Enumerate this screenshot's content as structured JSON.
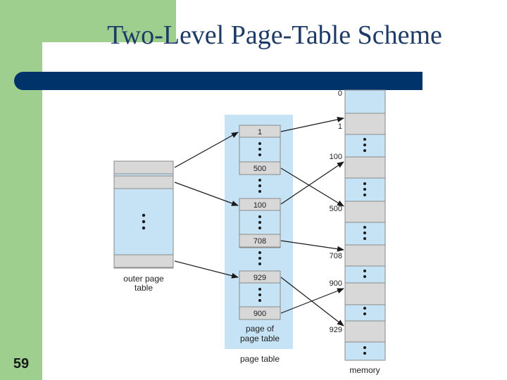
{
  "slide": {
    "title": "Two-Level Page-Table Scheme",
    "number": "59"
  },
  "diagram": {
    "outer_label_line1": "outer page",
    "outer_label_line2": "table",
    "page_of_label_line1": "page of",
    "page_of_label_line2": "page table",
    "page_table_label": "page table",
    "memory_label": "memory",
    "page_table_entries": [
      "1",
      "500",
      "100",
      "708",
      "929",
      "900"
    ],
    "memory_addresses": [
      "0",
      "1",
      "100",
      "500",
      "708",
      "900",
      "929"
    ]
  }
}
